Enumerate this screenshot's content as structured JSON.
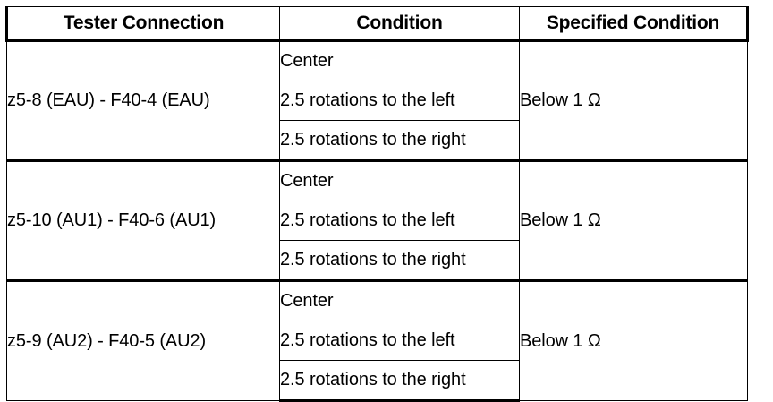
{
  "table": {
    "headers": [
      "Tester Connection",
      "Condition",
      "Specified Condition"
    ],
    "groups": [
      {
        "tester_connection": "z5-8 (EAU) - F40-4 (EAU)",
        "specified_condition": "Below 1 Ω",
        "conditions": [
          "Center",
          "2.5 rotations to the left",
          "2.5 rotations to the right"
        ]
      },
      {
        "tester_connection": "z5-10 (AU1) - F40-6 (AU1)",
        "specified_condition": "Below 1 Ω",
        "conditions": [
          "Center",
          "2.5 rotations to the left",
          "2.5 rotations to the right"
        ]
      },
      {
        "tester_connection": "z5-9 (AU2) - F40-5 (AU2)",
        "specified_condition": "Below 1 Ω",
        "conditions": [
          "Center",
          "2.5 rotations to the left",
          "2.5 rotations to the right"
        ]
      }
    ]
  },
  "colors": {
    "border": "#000000",
    "text": "#000000",
    "background": "#ffffff"
  }
}
